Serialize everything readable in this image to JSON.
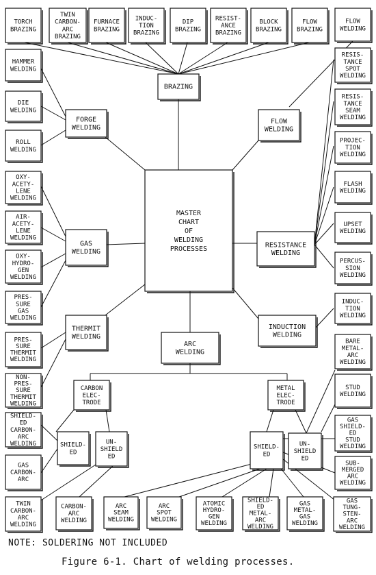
{
  "diagram": {
    "master": "MASTER\nCHART\nOF\nWELDING\nPROCESSES",
    "hubs": {
      "brazing": "BRAZING",
      "forge": "FORGE\nWELDING",
      "flow": "FLOW\nWELDING",
      "gas": "GAS\nWELDING",
      "resistance": "RESISTANCE\nWELDING",
      "thermit": "THERMIT\nWELDING",
      "induction": "INDUCTION\nWELDING",
      "arc": "ARC\nWELDING",
      "carbon_electrode": "CARBON\nELEC-\nTRODE",
      "metal_electrode": "METAL\nELEC-\nTRODE",
      "carbon_shielded": "SHIELD-\nED",
      "carbon_unshielded": "UN-\nSHIELD\nED",
      "metal_shielded": "SHIELD-\nED",
      "metal_unshielded": "UN-\nSHIELD\nED"
    },
    "brazing_processes": [
      "TORCH\nBRAZING",
      "TWIN\nCARBON-\nARC\nBRAZING",
      "FURNACE\nBRAZING",
      "INDUC-\nTION\nBRAZING",
      "DIP\nBRAZING",
      "RESIST-\nANCE\nBRAZING",
      "BLOCK\nBRAZING",
      "FLOW\nBRAZING"
    ],
    "flow_processes": [
      "FLOW\nWELDING"
    ],
    "forge_processes": [
      "HAMMER\nWELDING",
      "DIE\nWELDING",
      "ROLL\nWELDING"
    ],
    "gas_processes": [
      "OXY-\nACETY-\nLENE\nWELDING",
      "AIR-\nACETY-\nLENE\nWELDING",
      "OXY-\nHYDRO-\nGEN\nWELDING",
      "PRES-\nSURE\nGAS\nWELDING"
    ],
    "thermit_processes": [
      "PRES-\nSURE\nTHERMIT\nWELDING",
      "NON-\nPRES-\nSURE\nTHERMIT\nWELDING"
    ],
    "resistance_processes": [
      "RESIS-\nTANCE\nSPOT\nWELDING",
      "RESIS-\nTANCE\nSEAM\nWELDING",
      "PROJEC-\nTION\nWELDING",
      "FLASH\nWELDING",
      "UPSET\nWELDING",
      "PERCUS-\nSION\nWELDING"
    ],
    "induction_processes": [
      "INDUC-\nTION\nWELDING"
    ],
    "metal_unshielded_processes": [
      "BARE\nMETAL-\nARC\nWELDING",
      "STUD\nWELDING"
    ],
    "metal_shielded_processes": [
      "GAS\nSHIELD-\nED\nSTUD\nWELDING",
      "SUB-\nMERGED\nARC\nWELDING",
      "ATOMIC\nHYDRO-\nGEN\nWELDING",
      "SHIELD-\nED\nMETAL-\nARC\nWELDING",
      "GAS\nMETAL-\nGAS\nWELDING",
      "GAS\nTUNG-\nSTEN-\nARC\nWELDING",
      "ARC\nSEAM\nWELDING",
      "ARC\nSPOT\nWELDING"
    ],
    "carbon_shielded_processes": [
      "SHIELD-\nED\nCARBON-\nARC\nWELDING",
      "GAS\nCARBON-\nARC"
    ],
    "carbon_unshielded_processes": [
      "TWIN\nCARBON-\nARC\nWELDING",
      "CARBON-\nARC\nWELDING"
    ]
  },
  "note": "NOTE:  SOLDERING NOT INCLUDED",
  "figure_caption": "Figure 6-1.  Chart of welding processes."
}
